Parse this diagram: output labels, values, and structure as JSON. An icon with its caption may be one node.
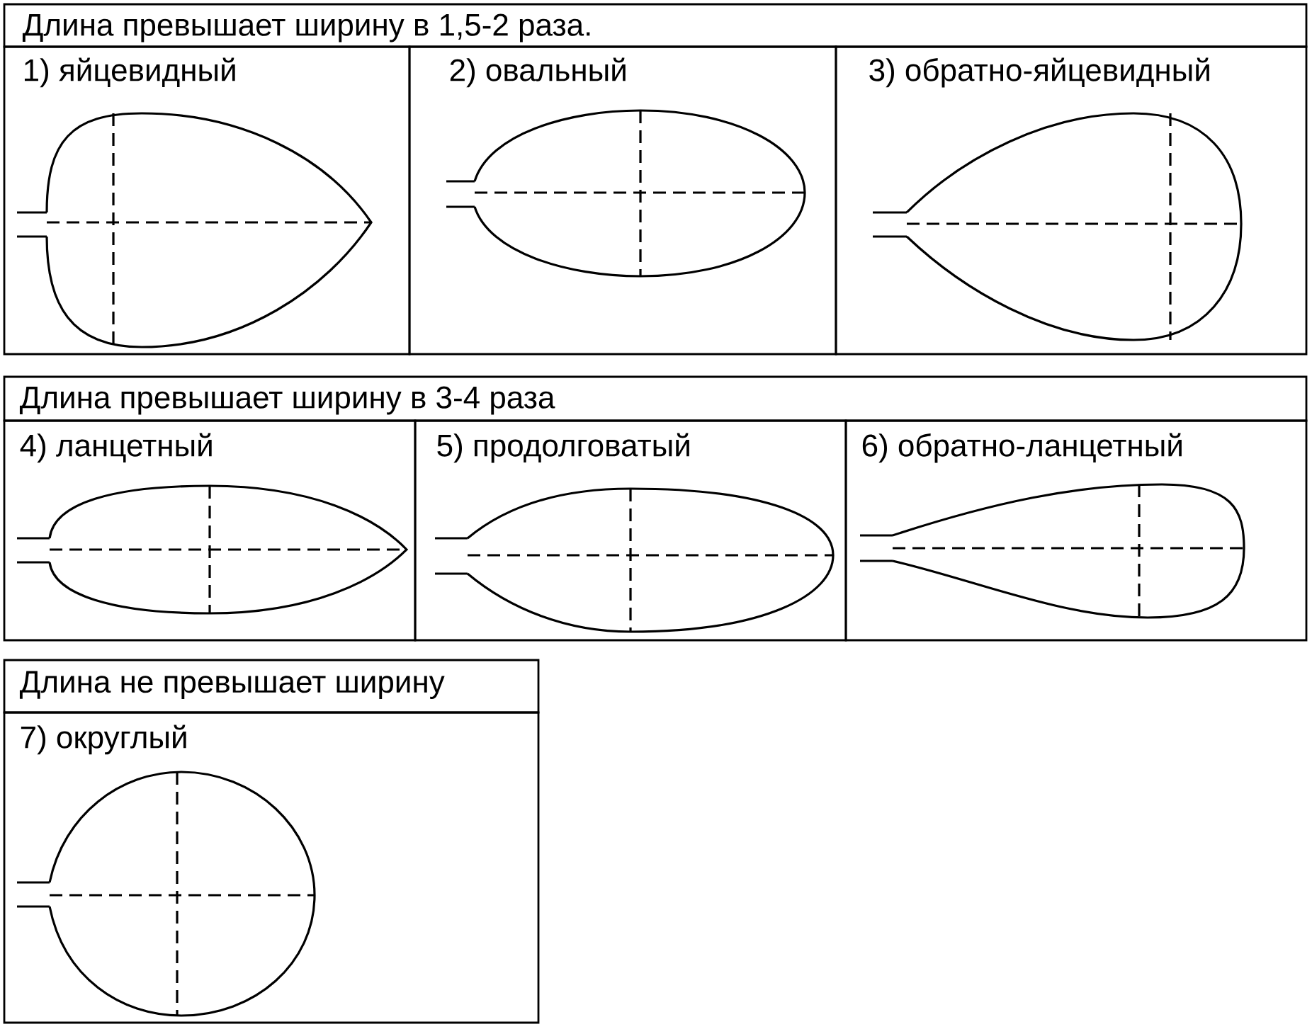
{
  "diagram": {
    "nodes": [
      {
        "text": [
          "Длина превышает ширину в 1,5-2 раза."
        ]
      },
      {
        "text": [
          "1) яйцевидный"
        ]
      },
      {
        "text": [
          "2) овальный"
        ]
      },
      {
        "text": [
          "3) обратно-яйцевидный"
        ]
      },
      {
        "text": [
          "Длина превышает ширину в 3-4 раза"
        ]
      },
      {
        "text": [
          "4) ланцетный"
        ]
      },
      {
        "text": [
          "5) продолговатый"
        ]
      },
      {
        "text": [
          "6) обратно-ланцетный"
        ]
      },
      {
        "text": [
          "Длина не превышает ширину"
        ]
      },
      {
        "text": [
          "7) округлый"
        ]
      }
    ]
  }
}
